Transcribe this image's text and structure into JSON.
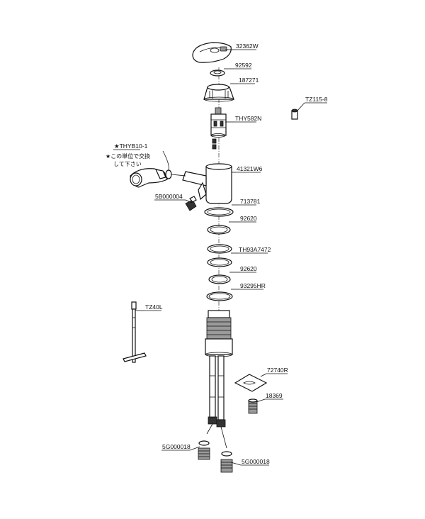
{
  "parts": {
    "p32362w": "32362W",
    "p92592": "92592",
    "p187271": "187271",
    "pthy582n": "THY582N",
    "pthyb10": "★THYB10-1",
    "note_line1": "★この単位で交換",
    "note_line2": "して下さい",
    "p41321w6": "41321W6",
    "p5b000004": "5B000004",
    "p713781": "713781",
    "p92620_a": "92620",
    "pth93a7472": "TH93A7472",
    "p92620_b": "92620",
    "p93295hr": "93295HR",
    "ptz40l": "TZ40L",
    "p72740r": "72740R",
    "p18369": "18369",
    "p5g000018_a": "5G000018",
    "p5g000018_b": "5G000018",
    "ptz115_8": "TZ115-8"
  }
}
